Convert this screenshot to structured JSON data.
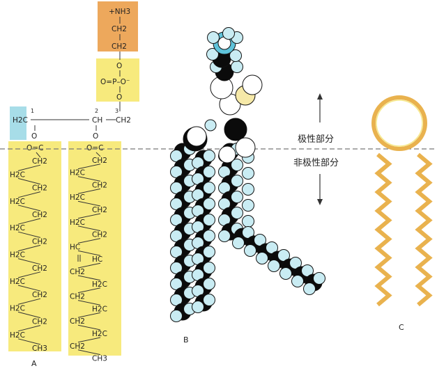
{
  "labels": {
    "panel_a": "A",
    "panel_b": "B",
    "panel_c": "C",
    "polar": "极性部分",
    "nonpolar": "非极性部分"
  },
  "head": {
    "ammonium": "+NH3",
    "ch2_top": "CH2",
    "ch2_bottom": "CH2",
    "ester_o_top": "O",
    "phosphate": "O=P–O⁻",
    "ester_o_bottom": "O"
  },
  "glycerol": {
    "c1": "H2C",
    "c2": "CH",
    "c3": "CH2",
    "n1": "1",
    "n2": "2",
    "n3": "3",
    "o1": "O",
    "o2": "O"
  },
  "chain1": {
    "carbonyl": "O=C",
    "units": [
      "CH2",
      "H2C",
      "CH2",
      "H2C",
      "CH2",
      "H2C",
      "CH2",
      "H2C",
      "CH2",
      "H2C",
      "CH2",
      "H2C",
      "CH2",
      "H2C",
      "CH3"
    ]
  },
  "chain2": {
    "carbonyl": "O=C",
    "units": [
      "CH2",
      "H2C",
      "CH2",
      "H2C",
      "CH2",
      "H2C",
      "CH2",
      "HC",
      "HC",
      "CH2",
      "H2C",
      "CH2",
      "H2C",
      "CH2",
      "H2C",
      "CH2",
      "CH3"
    ]
  },
  "colors": {
    "yellow": "#f7ea7d",
    "orange": "#eda85c",
    "cyan": "#a7dde8",
    "zigzag": "#e9b24e",
    "ring": "#f6e98a"
  }
}
